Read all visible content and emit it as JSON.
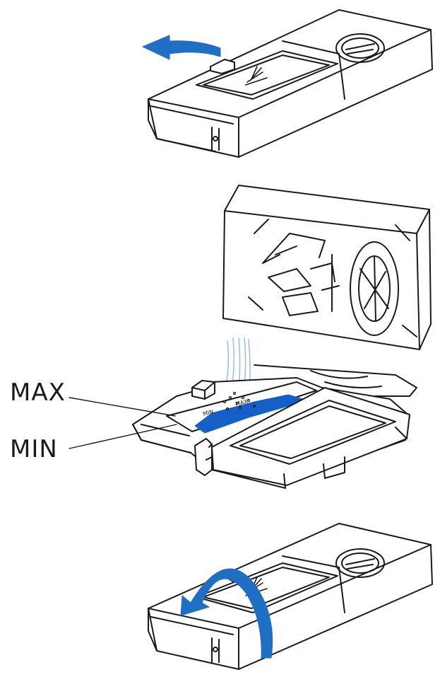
{
  "labels": {
    "max": "MAX",
    "min": "MIN",
    "dispenser_max_mark": "MAX",
    "dispenser_min_mark": "MIN"
  },
  "colors": {
    "arrow": "#1f6fc5",
    "rinse_aid": "#1560c8",
    "line": "#1a1a1a",
    "drip": "#8fb8e6"
  },
  "icons": {
    "open_direction": "arrow-left-icon",
    "close_direction": "curved-arrow-icon",
    "rinse_aid_symbol": "rinse-aid-icon",
    "indicator_dial": "dial-icon"
  }
}
